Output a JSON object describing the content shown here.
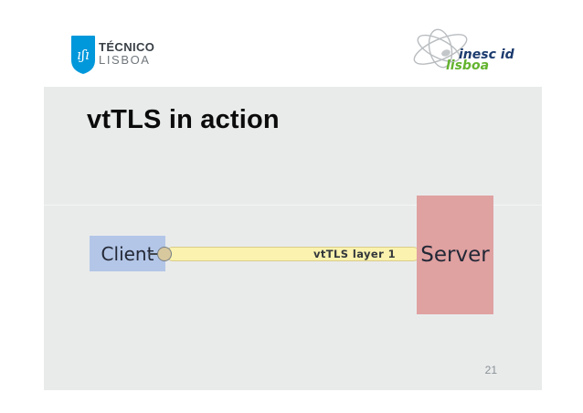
{
  "header": {
    "tecnico": {
      "monogram": "ıʃı",
      "name": "TÉCNICO",
      "city": "LISBOA"
    },
    "inescid": {
      "name": "inesc id",
      "city": "lisboa"
    }
  },
  "slide": {
    "title": "vtTLS in action",
    "page_number": "21"
  },
  "diagram": {
    "client_label": "Client",
    "server_label": "Server",
    "connection_label": "vtTLS layer 1"
  },
  "colors": {
    "slide_background": "#e9ebeb",
    "client_fill": "#b3c6e7",
    "server_fill": "#e0a1a1",
    "pipe_fill": "#faf2ae",
    "pipe_border": "#d9cc8b",
    "knob_fill": "#d8c89e",
    "tecnico_blue": "#0098db",
    "inesc_navy": "#1c3b6e",
    "inesc_green": "#63b32e",
    "page_number_gray": "#8b9196"
  }
}
